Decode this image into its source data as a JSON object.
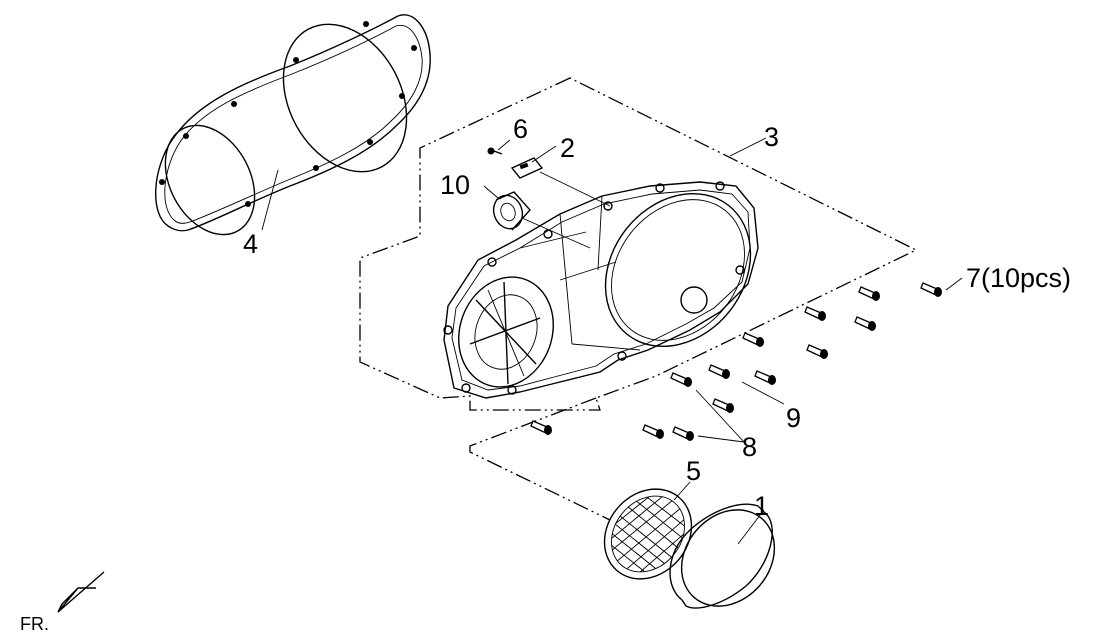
{
  "diagram": {
    "parts": [
      {
        "id": "part-1",
        "label": "1"
      },
      {
        "id": "part-2",
        "label": "2"
      },
      {
        "id": "part-3",
        "label": "3"
      },
      {
        "id": "part-4",
        "label": "4"
      },
      {
        "id": "part-5",
        "label": "5"
      },
      {
        "id": "part-6",
        "label": "6"
      },
      {
        "id": "part-7",
        "label": "7(10pcs)"
      },
      {
        "id": "part-8",
        "label": "8"
      },
      {
        "id": "part-9",
        "label": "9"
      },
      {
        "id": "part-10",
        "label": "10"
      }
    ],
    "orientation": {
      "label": "FR."
    }
  }
}
